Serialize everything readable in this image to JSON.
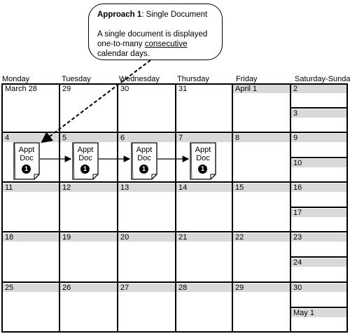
{
  "callout": {
    "title_bold": "Approach 1",
    "title_rest": ": Single Document",
    "body_line1": "A single document is displayed",
    "body_line2_a": "one-to-many ",
    "body_line2_b": "consecutive",
    "body_line3": "calendar days."
  },
  "days": [
    "Monday",
    "Tuesday",
    "Wednesday",
    "Thursday",
    "Friday",
    "Saturday-Sunday"
  ],
  "weeks": [
    {
      "dates": [
        "March 28",
        "29",
        "30",
        "31",
        "April 1"
      ],
      "sat": "2",
      "sun": "3"
    },
    {
      "dates": [
        "4",
        "5",
        "6",
        "7",
        "8"
      ],
      "sat": "9",
      "sun": "10"
    },
    {
      "dates": [
        "11",
        "12",
        "13",
        "14",
        "15"
      ],
      "sat": "16",
      "sun": "17"
    },
    {
      "dates": [
        "18",
        "19",
        "20",
        "21",
        "22"
      ],
      "sat": "23",
      "sun": "24"
    },
    {
      "dates": [
        "25",
        "26",
        "27",
        "28",
        "29"
      ],
      "sat": "30",
      "sun": "May 1"
    }
  ],
  "doc": {
    "line1": "Appt",
    "line2": "Doc",
    "number": "1"
  }
}
